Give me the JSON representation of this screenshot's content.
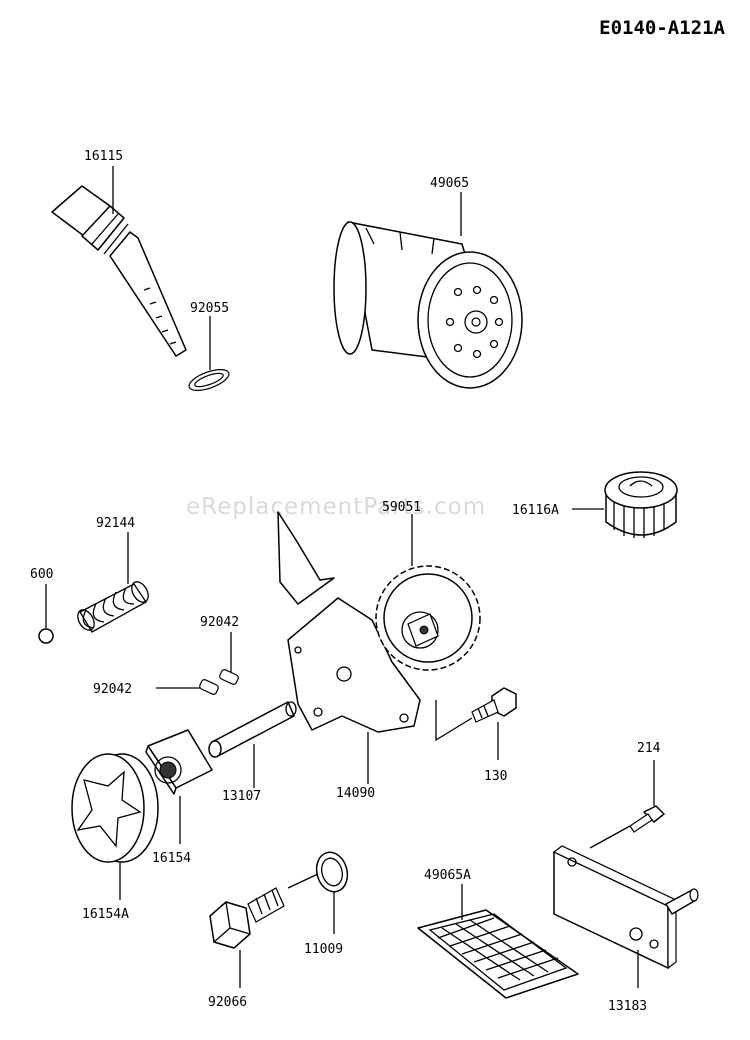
{
  "diagram_code": "E0140-A121A",
  "watermark": "eReplacementParts.com",
  "parts": {
    "p16115": "16115",
    "p49065": "49065",
    "p92055": "92055",
    "p92144": "92144",
    "p59051": "59051",
    "p16116A": "16116A",
    "p600": "600",
    "p92042a": "92042",
    "p92042b": "92042",
    "p13107": "13107",
    "p14090": "14090",
    "p130": "130",
    "p16154": "16154",
    "p16154A": "16154A",
    "p214": "214",
    "p49065A": "49065A",
    "p11009": "11009",
    "p92066": "92066",
    "p13183": "13183"
  }
}
